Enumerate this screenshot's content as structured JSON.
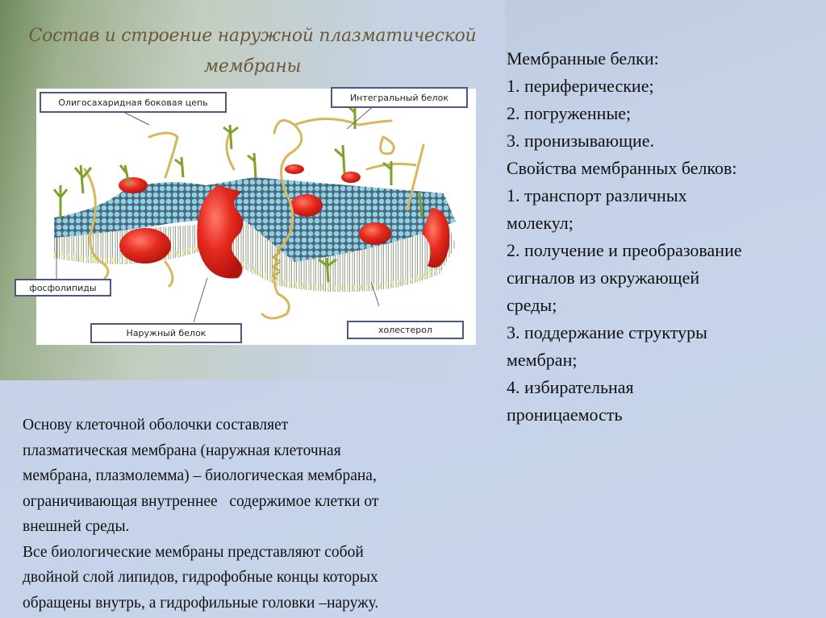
{
  "slide": {
    "image": {
      "title_lines": [
        "Состав и строение наружной плазматической",
        "мембраны"
      ],
      "labels": {
        "oligosaccharide": "Олигосахаридная боковая цепь",
        "integral_protein": "Интегральный белок",
        "phospholipids": "фосфолипиды",
        "outer_protein": "Наружный белок",
        "cholesterol": "холестерол"
      },
      "colors": {
        "protein": "#e02a1f",
        "lipid_head_top": "#8fd0e8",
        "lipid_head_bottom": "#ffffff",
        "sugar_chain": "#9bbf3a",
        "protein_strand": "#d8b65a"
      }
    },
    "right_text": {
      "lines": [
        "Мембранные белки:",
        "1. периферические;",
        "2. погруженные;",
        "3. пронизывающие.",
        "Свойства мембранных белков:",
        "1. транспорт различных",
        "молекул;",
        "2. получение и преобразование",
        "сигналов из окружающей",
        "среды;",
        "3. поддержание структуры",
        "мембран;",
        "4. избирательная",
        "проницаемость"
      ]
    },
    "bottom_text": {
      "lines": [
        "Основу клеточной оболочки составляет",
        "плазматическая мембрана (наружная клеточная",
        "мембрана, плазмолемма) – биологическая мембрана,",
        "ограничивающая внутреннее   содержимое клетки от",
        "внешней среды.",
        "Все биологические мембраны представляют собой",
        "двойной слой липидов, гидрофобные концы которых",
        "обращены внутрь, а гидрофильные головки –наружу."
      ]
    }
  }
}
